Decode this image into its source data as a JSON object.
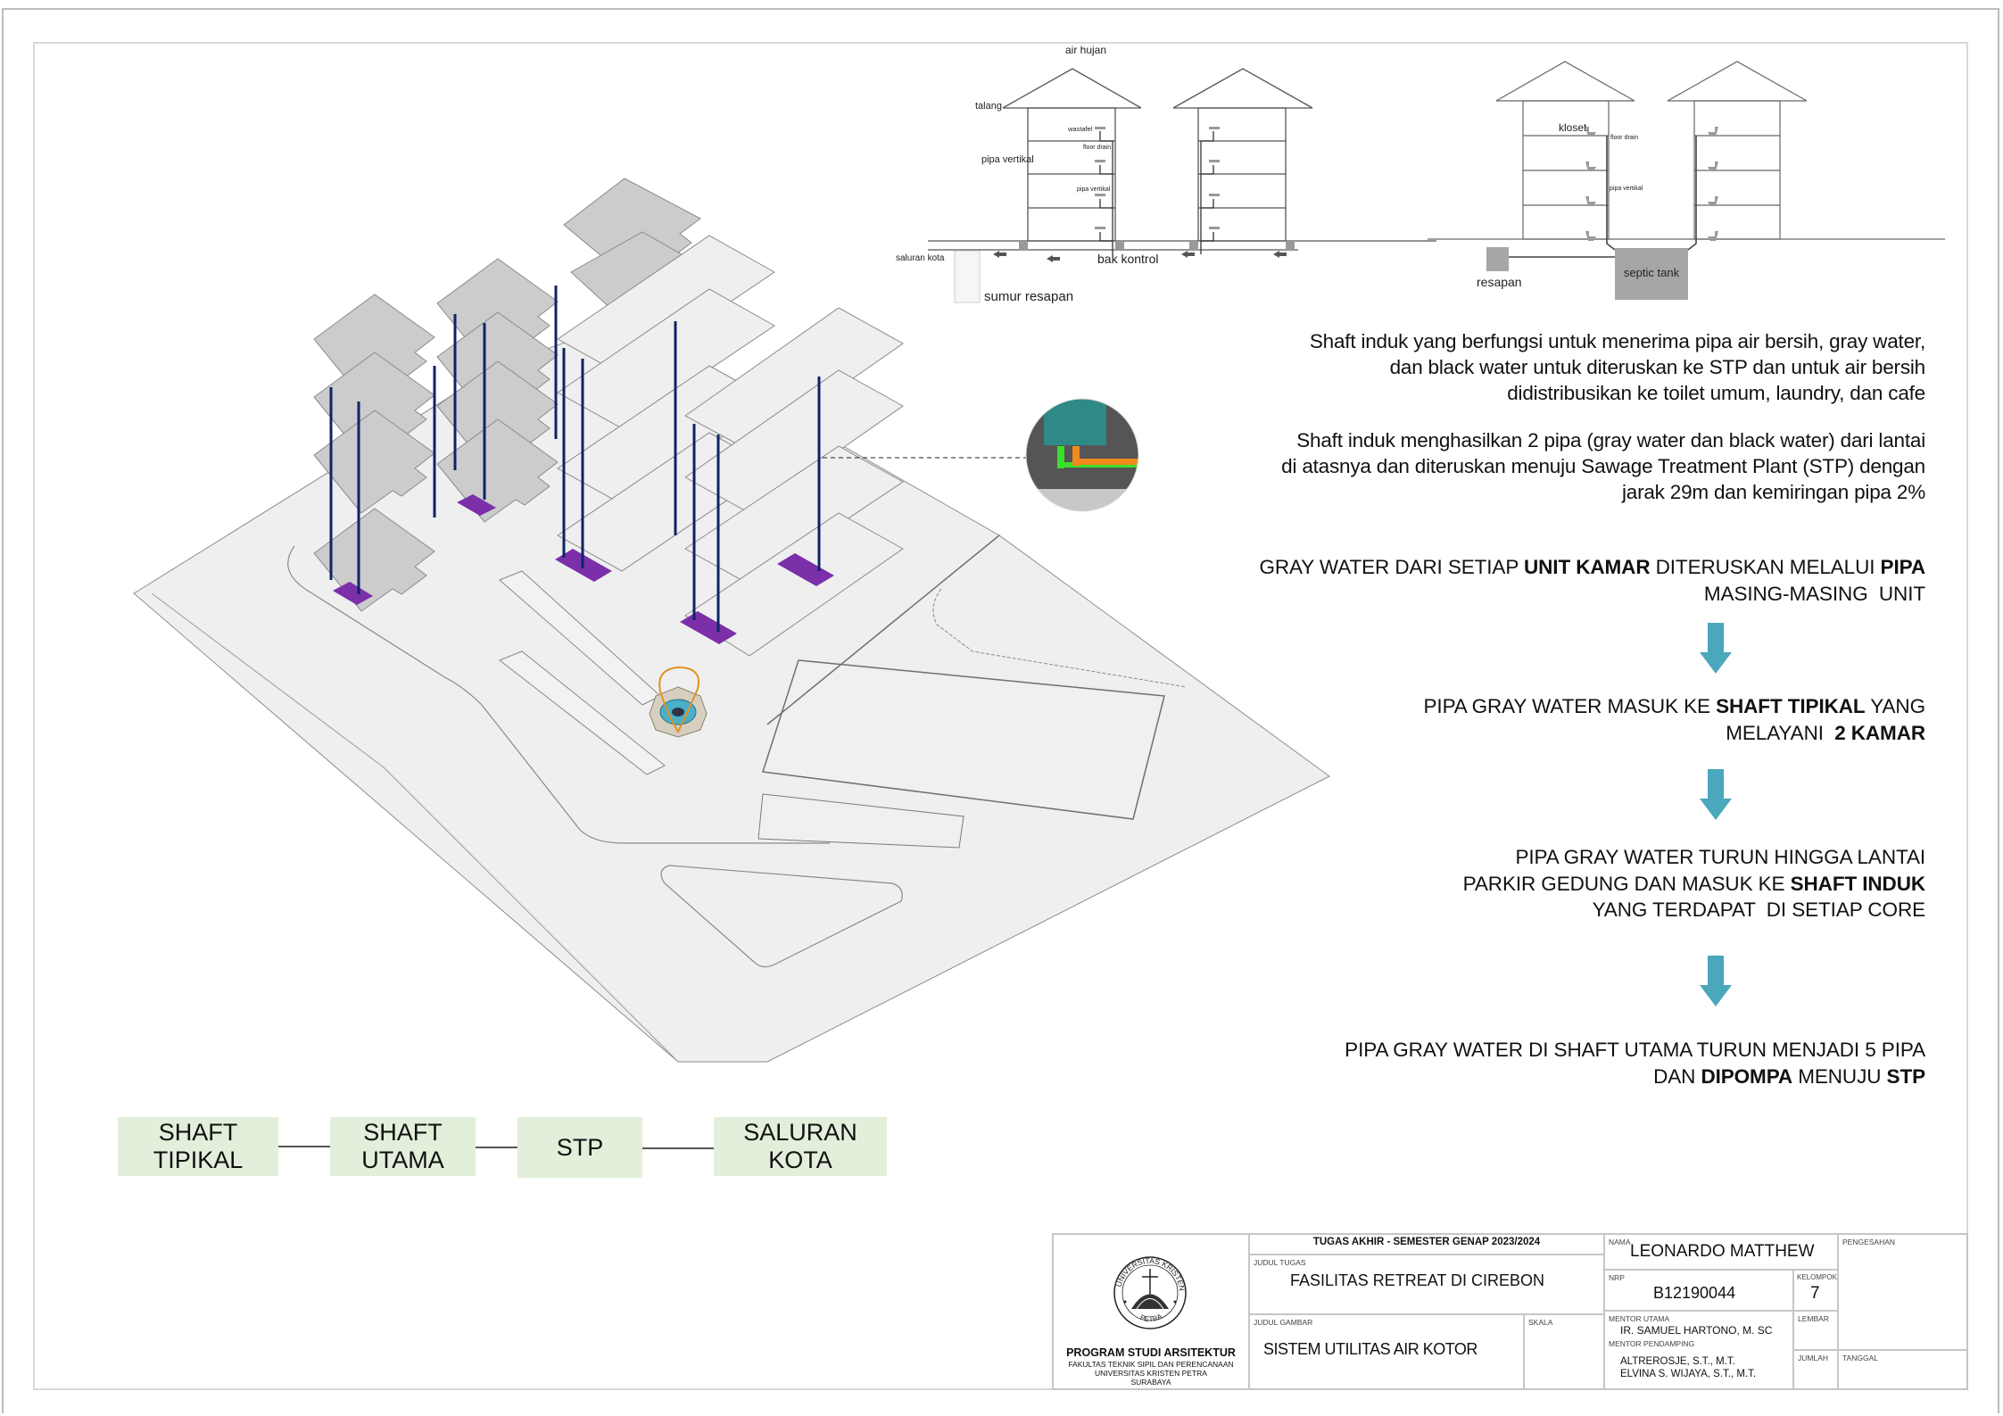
{
  "sheet": {
    "colors": {
      "arrow": "#4BA7BC",
      "flowbox_fill": "#E2EFDA",
      "shaft_pipe": "#0D2466",
      "shaft_pad": "#7B2FA8",
      "slab_dark": "#CBCCCB",
      "slab_light": "#EFEFEF",
      "site_fill": "#EFEFEF"
    }
  },
  "gray_water_section": {
    "labels": {
      "air_hujan": "air hujan",
      "talang": "talang",
      "pipa_vertikal_outer": "pipa vertikal",
      "wastafel": "wastafel",
      "floor_drain": "floor drain",
      "pipa_vertikal_inner": "pipa vertikal",
      "saluran_kota": "saluran kota",
      "bak_kontrol": "bak kontrol",
      "sumur_resapan": "sumur resapan"
    }
  },
  "black_water_section": {
    "labels": {
      "kloset": "kloset",
      "floor_drain": "floor drain",
      "pipa_vertikal": "pipa vertikal",
      "resapan": "resapan",
      "septic_tank": "septic tank"
    }
  },
  "descriptions": [
    {
      "lines": [
        "Shaft induk yang berfungsi untuk menerima pipa air bersih, gray water,",
        "dan black water untuk diteruskan ke STP dan untuk air bersih",
        "didistribusikan ke toilet umum, laundry, dan cafe"
      ]
    },
    {
      "lines": [
        "Shaft induk menghasilkan 2 pipa (gray water dan black water) dari lantai",
        "di atasnya dan diteruskan menuju Sawage Treatment Plant (STP) dengan",
        "jarak 29m dan kemiringan pipa 2%"
      ]
    }
  ],
  "steps": [
    {
      "parts": [
        [
          "GRAY WATER DARI SETIAP ",
          false
        ],
        [
          "UNIT KAMAR",
          true
        ],
        [
          " DITERUSKAN MELALUI ",
          false
        ],
        [
          "PIPA",
          true
        ],
        [
          "|",
          false
        ],
        [
          "MASING-MASING  UNIT",
          false
        ]
      ]
    },
    {
      "parts": [
        [
          "PIPA GRAY WATER MASUK KE ",
          false
        ],
        [
          "SHAFT TIPIKAL",
          true
        ],
        [
          " YANG",
          false
        ],
        [
          "|",
          false
        ],
        [
          "MELAYANI  ",
          false
        ],
        [
          "2 KAMAR",
          true
        ]
      ]
    },
    {
      "parts": [
        [
          "PIPA GRAY WATER TURUN HINGGA LANTAI",
          false
        ],
        [
          "|",
          false
        ],
        [
          "PARKIR GEDUNG DAN MASUK KE ",
          false
        ],
        [
          "SHAFT INDUK",
          true
        ],
        [
          "|",
          false
        ],
        [
          "YANG TERDAPAT  DI SETIAP CORE",
          false
        ]
      ]
    },
    {
      "parts": [
        [
          "PIPA GRAY WATER DI SHAFT UTAMA TURUN MENJADI 5 PIPA",
          false
        ],
        [
          "|",
          false
        ],
        [
          "DAN ",
          false
        ],
        [
          "DIPOMPA",
          true
        ],
        [
          " MENUJU ",
          false
        ],
        [
          "STP",
          true
        ]
      ]
    }
  ],
  "flow": [
    {
      "line1": "SHAFT",
      "line2": "TIPIKAL"
    },
    {
      "line1": "SHAFT",
      "line2": "UTAMA"
    },
    {
      "line1": "STP",
      "line2": ""
    },
    {
      "line1": "SALURAN",
      "line2": "KOTA"
    }
  ],
  "title_block": {
    "logo_text": "UNIVERSITAS KRISTEN PETRA",
    "program": "PROGRAM STUDI ARSITEKTUR",
    "faculty": "FAKULTAS TEKNIK SIPIL DAN PERENCANAAN",
    "university": "UNIVERSITAS KRISTEN PETRA",
    "city": "SURABAYA",
    "header": "TUGAS AKHIR - SEMESTER GENAP 2023/2024",
    "judul_tugas_label": "JUDUL TUGAS",
    "judul_tugas": "FASILITAS RETREAT DI CIREBON",
    "judul_gambar_label": "JUDUL GAMBAR",
    "judul_gambar": "SISTEM UTILITAS AIR KOTOR",
    "skala_label": "SKALA",
    "nama_label": "NAMA",
    "nama": "LEONARDO MATTHEW",
    "nrp_label": "NRP",
    "nrp": "B12190044",
    "kelompok_label": "KELOMPOK",
    "kelompok": "7",
    "mentor_utama_label": "MENTOR UTAMA",
    "mentor_utama": "IR. SAMUEL HARTONO, M. SC",
    "mentor_pendamping_label": "MENTOR PENDAMPING",
    "mentor_pendamping_1": "ALTREROSJE, S.T., M.T.",
    "mentor_pendamping_2": "ELVINA S. WIJAYA, S.T., M.T.",
    "lembar_label": "LEMBAR",
    "jumlah_label": "JUMLAH",
    "pengesahan_label": "PENGESAHAN",
    "tanggal_label": "TANGGAL"
  }
}
